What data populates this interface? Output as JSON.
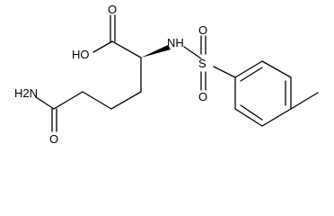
{
  "molecule": {
    "atom_labels": {
      "carbonyl_o_acid": "O",
      "hydroxyl": "HO",
      "amine_nh": "NH",
      "sulfur": "S",
      "sulfonyl_o_top": "O",
      "sulfonyl_o_bottom": "O",
      "amide_nh2": "H2N",
      "amide_o": "O"
    }
  }
}
